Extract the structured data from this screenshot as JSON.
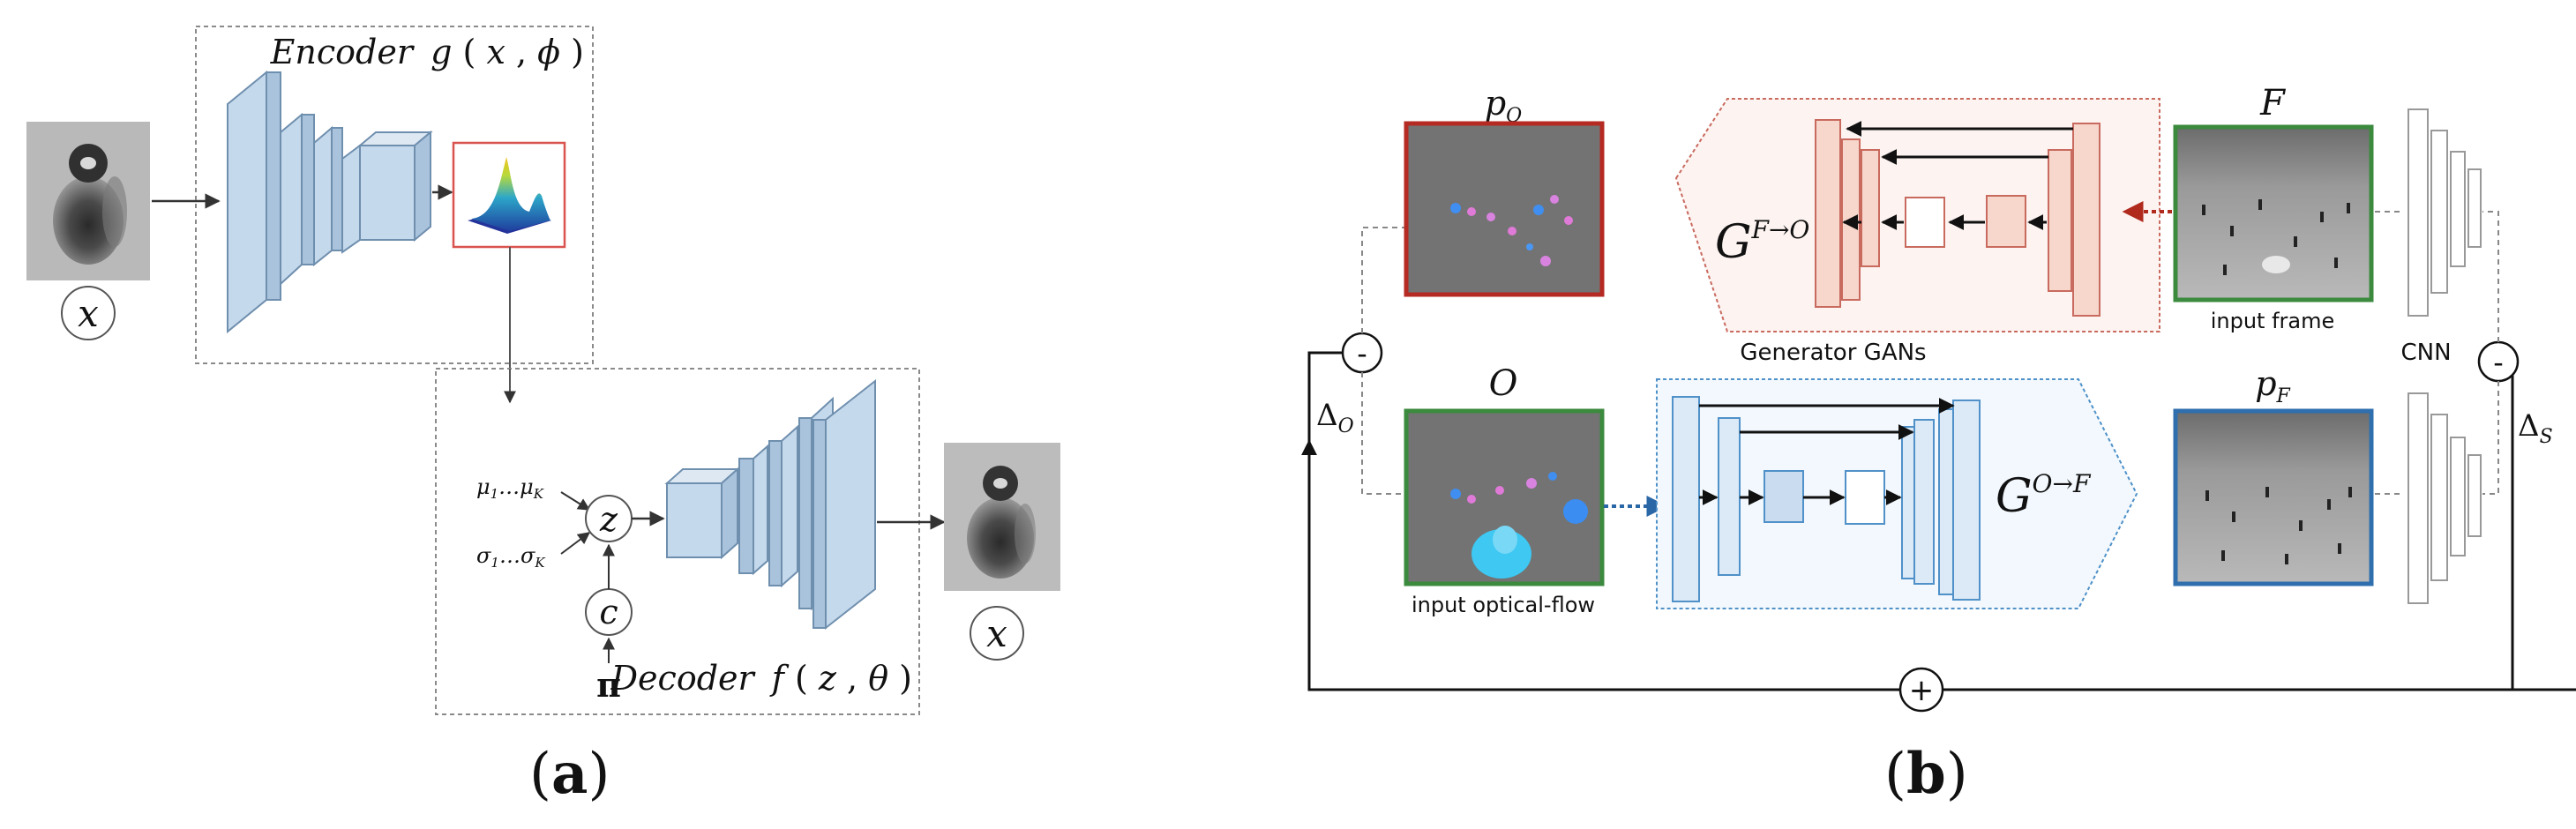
{
  "captions": {
    "a": {
      "open": "(",
      "letter": "a",
      "close": ")"
    },
    "b": {
      "open": "(",
      "letter": "b",
      "close": ")"
    }
  },
  "panel_a": {
    "encoder": {
      "word": "Encoder",
      "fn": "g",
      "open": "(",
      "arg1": "x",
      "sep": ",",
      "arg2": "ϕ",
      "close": ")"
    },
    "decoder": {
      "word": "Decoder",
      "fn": "f",
      "open": "(",
      "arg1": "z",
      "sep": ",",
      "arg2": "θ",
      "close": ")"
    },
    "input_label": "x",
    "output_label": "x",
    "z_label": "z",
    "c_label": "c",
    "pi_label": "π",
    "mu": {
      "a": "μ",
      "a_sub": "1",
      "dots": "…",
      "b": "μ",
      "b_sub": "K"
    },
    "sigma": {
      "a": "σ",
      "a_sub": "1",
      "dots": "…",
      "b": "σ",
      "b_sub": "K"
    }
  },
  "panel_b": {
    "p_o": {
      "base": "p",
      "sub": "O"
    },
    "p_f": {
      "base": "p",
      "sub": "F"
    },
    "f_label": "F",
    "o_label": "O",
    "g_fo": {
      "base": "G",
      "sup": "F→O"
    },
    "g_of": {
      "base": "G",
      "sup": "O→F"
    },
    "generator_gans": "Generator GANs",
    "input_frame": "input frame",
    "input_optical_flow": "input optical-flow",
    "cnn": "CNN",
    "minus_left": "-",
    "minus_right": "-",
    "plus": "+",
    "delta_o": {
      "base": "Δ",
      "sub": "O"
    },
    "delta_s": {
      "base": "Δ",
      "sub": "S"
    }
  },
  "colors": {
    "block_fill": "#c5d9ec",
    "block_stroke": "#6f8fae",
    "dashed_box": "#8a8a8a",
    "red_frame": "#c0392b",
    "green_frame": "#3b8a3e",
    "blue_frame": "#2f6fae",
    "gen_red_stroke": "#c96a5e",
    "gen_red_fill": "#f7d6cb",
    "gen_blue_stroke": "#4f91c8",
    "gen_blue_fill": "#dce9f6"
  }
}
